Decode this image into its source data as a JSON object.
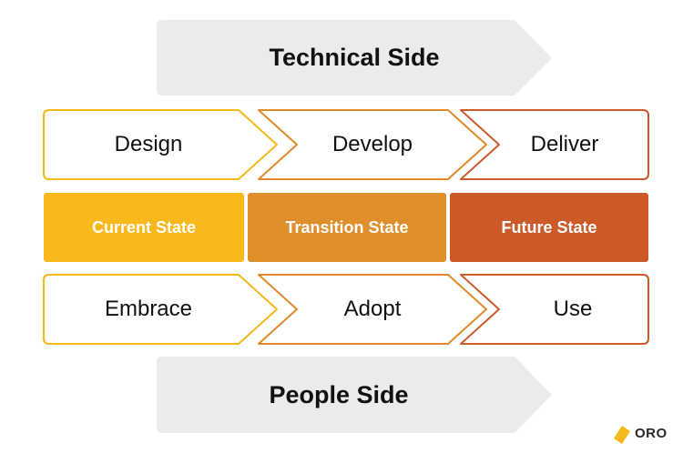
{
  "colors": {
    "banner_fill": "#ebebeb",
    "stage_1_border": "#f5b91a",
    "stage_2_border": "#e08a2c",
    "stage_3_border": "#cc5a2a",
    "current_state": "#f9b81b",
    "transition_state": "#df8e2c",
    "future_state": "#cc5a29",
    "logo_accent": "#f5b91a"
  },
  "technical_banner": {
    "label": "Technical Side"
  },
  "technical_stages": [
    {
      "label": "Design"
    },
    {
      "label": "Develop"
    },
    {
      "label": "Deliver"
    }
  ],
  "states": [
    {
      "label": "Current State"
    },
    {
      "label": "Transition State"
    },
    {
      "label": "Future State"
    }
  ],
  "people_stages": [
    {
      "label": "Embrace"
    },
    {
      "label": "Adopt"
    },
    {
      "label": "Use"
    }
  ],
  "people_banner": {
    "label": "People Side"
  },
  "logo": {
    "text": "ORO",
    "icon": "oro-logo-icon"
  }
}
